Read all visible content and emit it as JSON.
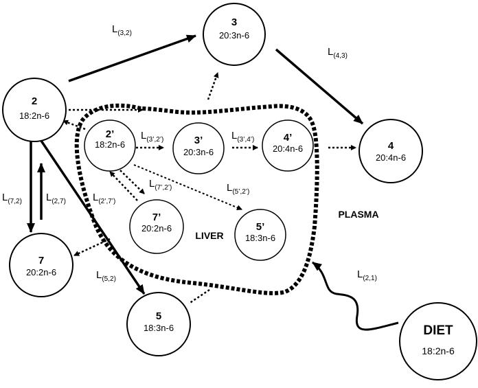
{
  "regions": {
    "liver": "LIVER",
    "plasma": "PLASMA"
  },
  "nodes": {
    "n2": {
      "id": "2",
      "fa": "18:2n-6"
    },
    "n3": {
      "id": "3",
      "fa": "20:3n-6"
    },
    "n4": {
      "id": "4",
      "fa": "20:4n-6"
    },
    "n5": {
      "id": "5",
      "fa": "18:3n-6"
    },
    "n7": {
      "id": "7",
      "fa": "20:2n-6"
    },
    "n2p": {
      "id": "2’",
      "fa": "18:2n-6"
    },
    "n3p": {
      "id": "3’",
      "fa": "20:3n-6"
    },
    "n4p": {
      "id": "4’",
      "fa": "20:4n-6"
    },
    "n5p": {
      "id": "5’",
      "fa": "18:3n-6"
    },
    "n7p": {
      "id": "7’",
      "fa": "20:2n-6"
    },
    "diet": {
      "id": "DIET",
      "fa": "18:2n-6"
    }
  },
  "rates": {
    "L32": {
      "base": "L",
      "sub": "(3,2)"
    },
    "L43": {
      "base": "L",
      "sub": "(4,3)"
    },
    "L72": {
      "base": "L",
      "sub": "(7,2)"
    },
    "L27": {
      "base": "L",
      "sub": "(2,7)"
    },
    "L52": {
      "base": "L",
      "sub": "(5,2)"
    },
    "L21": {
      "base": "L",
      "sub": "(2,1)"
    },
    "L3p2p": {
      "base": "L",
      "sub": "(3’,2’)"
    },
    "L3p4p": {
      "base": "L",
      "sub": "(3’,4’)"
    },
    "L7p2p": {
      "base": "L",
      "sub": "(7’,2’)"
    },
    "L2p7p": {
      "base": "L",
      "sub": "(2’,7’)"
    },
    "L5p2p": {
      "base": "L",
      "sub": "(5’,2’)"
    }
  }
}
